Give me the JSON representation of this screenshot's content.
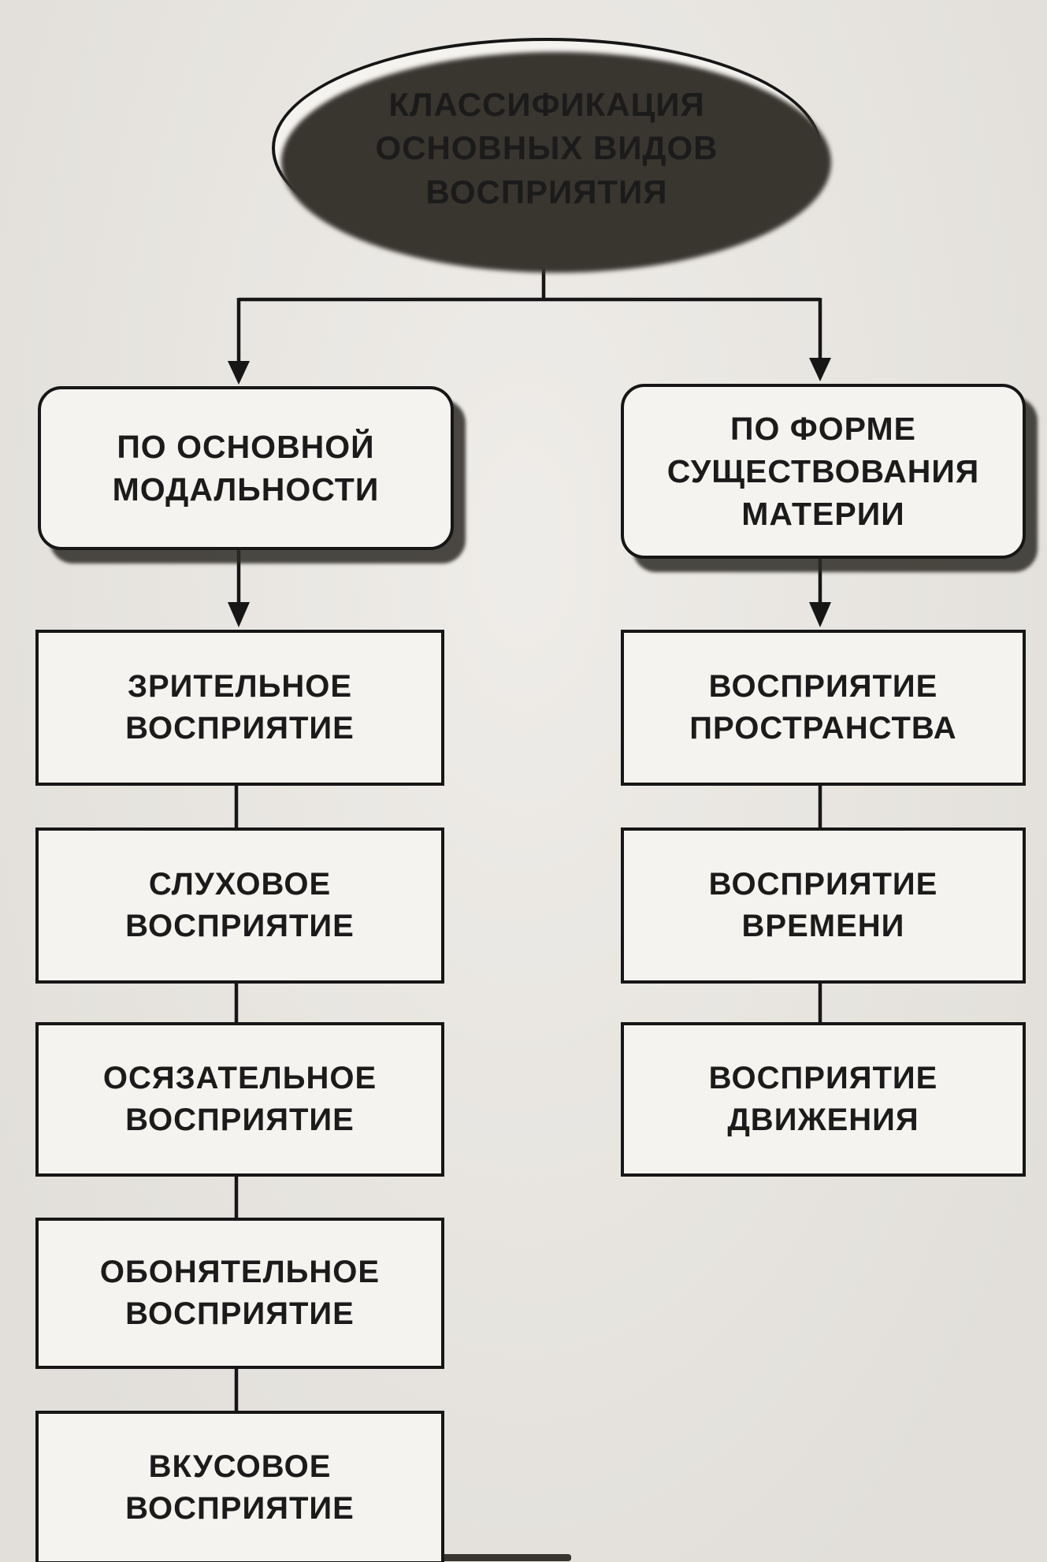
{
  "diagram": {
    "root": {
      "label": "КЛАССИФИКАЦИЯ\nОСНОВНЫХ ВИДОВ\nВОСПРИЯТИЯ"
    },
    "branches": [
      {
        "category": {
          "label": "ПО ОСНОВНОЙ\nМОДАЛЬНОСТИ"
        },
        "children": [
          {
            "label": "ЗРИТЕЛЬНОЕ\nВОСПРИЯТИЕ"
          },
          {
            "label": "СЛУХОВОЕ\nВОСПРИЯТИЕ"
          },
          {
            "label": "ОСЯЗАТЕЛЬНОЕ\nВОСПРИЯТИЕ"
          },
          {
            "label": "ОБОНЯТЕЛЬНОЕ\nВОСПРИЯТИЕ"
          },
          {
            "label": "ВКУСОВОЕ\nВОСПРИЯТИЕ"
          }
        ]
      },
      {
        "category": {
          "label": "ПО ФОРМЕ\nСУЩЕСТВОВАНИЯ\nМАТЕРИИ"
        },
        "children": [
          {
            "label": "ВОСПРИЯТИЕ\nПРОСТРАНСТВА"
          },
          {
            "label": "ВОСПРИЯТИЕ\nВРЕМЕНИ"
          },
          {
            "label": "ВОСПРИЯТИЕ\nДВИЖЕНИЯ"
          }
        ]
      }
    ],
    "colors": {
      "background": "#e9e6e1",
      "box_fill": "#f5f3ef",
      "line": "#161616",
      "shadow": "#39352f",
      "text": "#1b1b1b"
    }
  }
}
